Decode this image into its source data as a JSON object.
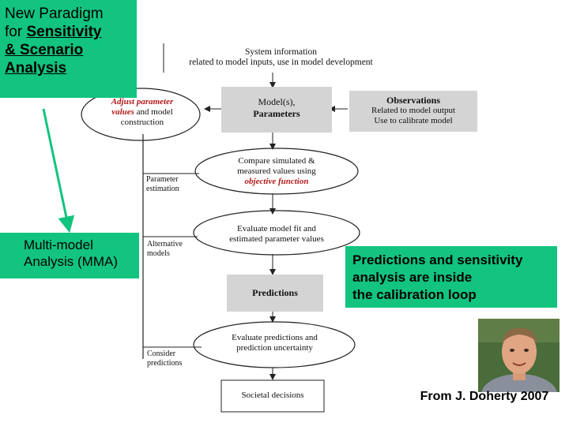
{
  "slide": {
    "title_line1": "New Paradigm",
    "title_line2_prefix": "for ",
    "title_line2_bold": "Sensitivity",
    "title_line3": "& Scenario",
    "title_line4": "Analysis",
    "mma_line1": "Multi-model",
    "mma_line2": "Analysis (MMA)",
    "callout_line1": "Predictions and sensitivity",
    "callout_line2": "analysis are inside",
    "callout_line3": "the calibration loop",
    "credit": "From J. Doherty 2007"
  },
  "diagram": {
    "system_info_line1": "System information",
    "system_info_line2": "related to model inputs, use in model development",
    "adjust_red": "Adjust parameter",
    "adjust_red2": "values",
    "adjust_black2": " and model",
    "adjust_black3": "construction",
    "model_line1": "Model(s),",
    "model_line2": "Parameters",
    "obs_title": "Observations",
    "obs_line1": "Related to model output",
    "obs_line2": "Use to calibrate model",
    "compare_line1": "Compare simulated &",
    "compare_line2": "measured values using",
    "compare_red": "objective function",
    "param_est_line1": "Parameter",
    "param_est_line2": "estimation",
    "evaluate_line1": "Evaluate model fit and",
    "evaluate_line2": "estimated parameter values",
    "alt_models_line1": "Alternative",
    "alt_models_line2": "models",
    "predictions": "Predictions",
    "eval_pred_line1": "Evaluate predictions and",
    "eval_pred_line2": "prediction uncertainty",
    "consider_line1": "Consider",
    "consider_line2": "predictions",
    "societal": "Societal decisions"
  },
  "colors": {
    "green": "#12c47f",
    "red_text": "#b21a1a",
    "grey_box": "#d4d4d4"
  }
}
